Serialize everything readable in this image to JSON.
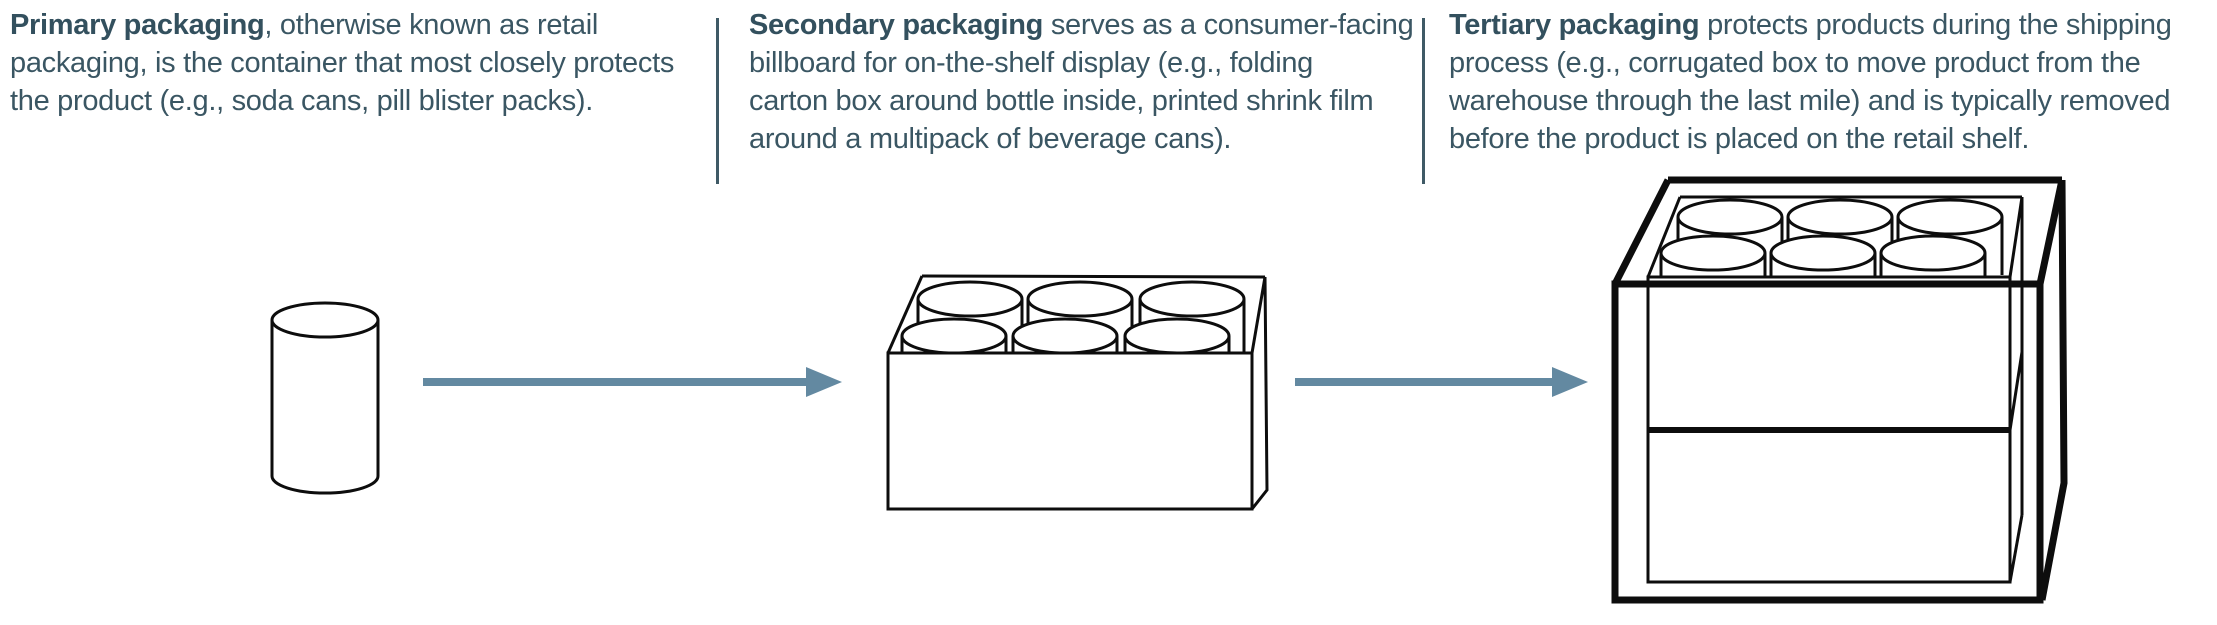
{
  "colors": {
    "text": "#3a5663",
    "bold_text": "#33505e",
    "divider": "#3f5a66",
    "arrow": "#6389a1",
    "line_art": "#0d0d0d",
    "background": "#ffffff"
  },
  "columns": [
    {
      "title": "Primary packaging",
      "lines": [
        ", otherwise known as retail",
        "packaging, is the container that most closely protects",
        "the product (e.g., soda cans, pill blister packs)."
      ]
    },
    {
      "title": "Secondary packaging",
      "lines": [
        " serves as a consumer-facing",
        "billboard for on-the-shelf display (e.g., folding",
        "carton box around bottle inside, printed shrink film",
        "around a multipack of beverage cans)."
      ]
    },
    {
      "title": "Tertiary packaging",
      "lines": [
        " protects products during the shipping",
        "process (e.g., corrugated box to move product from the",
        "warehouse through the last mile) and is typically removed",
        "before the product is placed on the retail shelf."
      ]
    }
  ],
  "illustrations": {
    "primary_icon": "can-illustration",
    "secondary_icon": "six-pack-box-illustration",
    "tertiary_icon": "shipping-box-illustration",
    "flow_icons": [
      "flow-arrow-icon",
      "flow-arrow-icon"
    ]
  }
}
